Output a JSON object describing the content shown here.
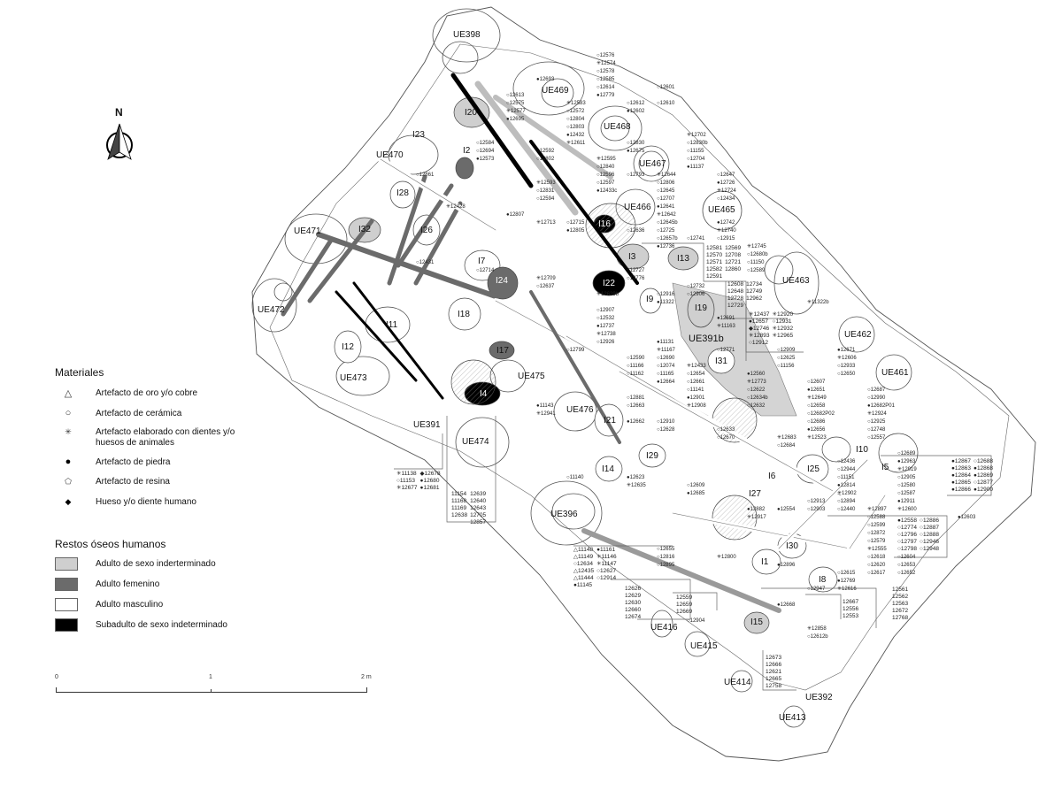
{
  "north_arrow": {
    "label": "N",
    "icon": "north-arrow-icon"
  },
  "legend_materials": {
    "title": "Materiales",
    "items": [
      {
        "symbol": "△",
        "icon": "triangle-icon",
        "label": "Artefacto de oro y/o cobre"
      },
      {
        "symbol": "○",
        "icon": "circle-outline-icon",
        "label": "Artefacto de cerámica"
      },
      {
        "symbol": "✳",
        "icon": "asterisk-icon",
        "label": "Artefacto elaborado con dientes y/o",
        "label2": "huesos de animales"
      },
      {
        "symbol": "●",
        "icon": "filled-circle-icon",
        "label": "Artefacto de piedra"
      },
      {
        "symbol": "⬠",
        "icon": "pentagon-icon",
        "label": "Artefacto de resina"
      },
      {
        "symbol": "◆",
        "icon": "diamond-icon",
        "label": "Hueso y/o diente humano"
      }
    ]
  },
  "legend_remains": {
    "title": "Restos óseos humanos",
    "items": [
      {
        "color": "#cfcfcf",
        "label": "Adulto de sexo inderterminado"
      },
      {
        "color": "#6b6b6b",
        "label": "Adulto femenino"
      },
      {
        "color": "#ffffff",
        "label": "Adulto masculino"
      },
      {
        "color": "#000000",
        "label": "Subadulto de sexo indeterminado"
      }
    ]
  },
  "scale_bar": {
    "ticks": [
      "0",
      "1",
      "2 m"
    ]
  },
  "features": {
    "ue": [
      "UE398",
      "UE469",
      "UE468",
      "UE467",
      "UE466",
      "UE465",
      "UE463",
      "UE462",
      "UE461",
      "UE470",
      "UE471",
      "UE472",
      "UE473",
      "UE391",
      "UE474",
      "UE475",
      "UE476",
      "UE396",
      "UE391b",
      "UE416",
      "UE415",
      "UE414",
      "UE392",
      "UE413"
    ],
    "individuals": [
      "I20",
      "I23",
      "I2",
      "I28",
      "I32",
      "I26",
      "I7",
      "I24",
      "I16",
      "I3",
      "I13",
      "I22",
      "I9",
      "I19",
      "I18",
      "I11",
      "I12",
      "I17",
      "I4",
      "I31",
      "I21",
      "I29",
      "I14",
      "I6",
      "I27",
      "I25",
      "I10",
      "I5",
      "I30",
      "I1",
      "I8",
      "I15"
    ]
  },
  "annotations": {
    "box_a": [
      "12581",
      "12569",
      "12570",
      "12708",
      "12571",
      "12721",
      "12582",
      "12860",
      "12591"
    ],
    "box_b": [
      "12608",
      "12734",
      "12648",
      "12749",
      "12728",
      "12962",
      "12729"
    ],
    "box_c": [
      "✳12437",
      "✳12920",
      "●12657",
      "○12931",
      "◆12746",
      "✳12932",
      "✳12893",
      "✳12965",
      "○12912"
    ],
    "box_d": [
      "●12867",
      "○12688",
      "●12863",
      "●12868",
      "●12864",
      "●12869",
      "●12865",
      "○12877",
      "●12866",
      "●12900"
    ],
    "box_e": [
      "●12558",
      "○12886",
      "○12774",
      "○12887",
      "○12796",
      "○12888",
      "○12797",
      "○12946",
      "○12798",
      "○12948"
    ],
    "box_f": [
      "✳11138",
      "◆12678",
      "○11153",
      "●12680",
      "✳12677",
      "●12681"
    ],
    "box_g": [
      "11154",
      "12639",
      "11168",
      "12640",
      "11169",
      "12643",
      "12638",
      "12705",
      "12857"
    ],
    "box_h": [
      "△11148",
      "●11161",
      "△11149",
      "✳11146",
      "○12634",
      "✳11147",
      "△12435",
      "○12627",
      "△11444",
      "○12914",
      "●11145"
    ],
    "box_i": [
      "12626",
      "12629",
      "12630",
      "12660",
      "12674"
    ],
    "box_j": [
      "12559",
      "12659",
      "12669"
    ],
    "box_k": [
      "12561",
      "12562",
      "12563",
      "12672",
      "12768"
    ],
    "box_l": [
      "12667",
      "12556",
      "12553"
    ],
    "box_m": [
      "12673",
      "12666",
      "12621",
      "12665",
      "12758"
    ],
    "points": [
      "12613",
      "12693",
      "12575",
      "12577",
      "12861",
      "12576",
      "12695",
      "12584",
      "12574",
      "12694",
      "12578",
      "12573",
      "12585",
      "12583",
      "12614",
      "12572",
      "12779",
      "12804",
      "12428",
      "12803",
      "12592",
      "12432",
      "12802",
      "12611",
      "12612",
      "12601",
      "12602",
      "12431",
      "12593",
      "12610",
      "12831",
      "12807",
      "12594",
      "12595",
      "12830",
      "12840",
      "12675",
      "12596",
      "12713",
      "12597",
      "12714",
      "12433c",
      "12793",
      "12702",
      "12715",
      "12830b",
      "12805",
      "11155",
      "12644",
      "12704",
      "12806",
      "11137",
      "12645",
      "12709",
      "12707",
      "12637",
      "12641",
      "12636",
      "12642",
      "12647",
      "12645b",
      "12726",
      "12725",
      "12724",
      "12657b",
      "12434",
      "12736",
      "12727",
      "12629b",
      "12776",
      "12741",
      "12742",
      "12907",
      "12740",
      "12532",
      "12915",
      "12737",
      "12799",
      "12738",
      "12916",
      "12926",
      "11322",
      "12732",
      "12745",
      "12906",
      "12680b",
      "11143",
      "11150",
      "12941",
      "12589",
      "12590",
      "11131",
      "11166",
      "11167",
      "11162",
      "12690",
      "12691",
      "12074",
      "11163",
      "11165",
      "12881",
      "12664",
      "12663",
      "12433",
      "12771",
      "12654",
      "12662",
      "12661",
      "11322b",
      "11141",
      "11140",
      "12901",
      "12910",
      "12908",
      "12628",
      "12909",
      "12560",
      "12625",
      "12773",
      "11156",
      "12622",
      "12623",
      "12634b",
      "12635",
      "12632",
      "12633",
      "12671",
      "12670",
      "12606",
      "12607",
      "12933",
      "12651",
      "12650",
      "12649",
      "12609",
      "12658",
      "12685",
      "12682P02",
      "12683",
      "12686",
      "12684",
      "12656",
      "12687",
      "12523",
      "12990",
      "12655",
      "12682P01",
      "12816",
      "12924",
      "12895",
      "12925",
      "12882",
      "12748",
      "12917",
      "12557",
      "12436",
      "12554",
      "12944",
      "12800",
      "11151",
      "12913",
      "12814",
      "12903",
      "12902",
      "12689",
      "12894",
      "12963",
      "12440",
      "12919",
      "12904",
      "12905",
      "12896",
      "12580",
      "12897",
      "12587",
      "12588",
      "12911",
      "12599",
      "12600",
      "12872",
      "12579",
      "12668",
      "12947",
      "12555",
      "12615",
      "12618",
      "12769",
      "12620",
      "12616",
      "12617",
      "12604",
      "12603",
      "12653",
      "12858",
      "12652",
      "12612b"
    ]
  }
}
